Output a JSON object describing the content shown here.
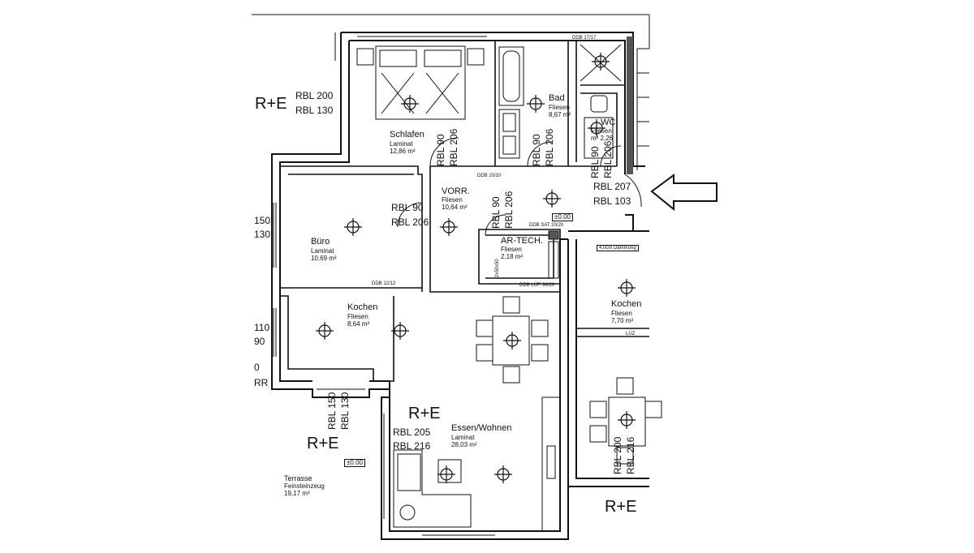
{
  "labels": {
    "re_top": "R+E",
    "re_center": "R+E",
    "re_left": "R+E",
    "re_right": "R+E",
    "rbl_200": "RBL 200",
    "rbl_130": "RBL 130",
    "rbl_150_side": "150",
    "rbl_130_side": "130",
    "rbl_110_side": "110",
    "rbl_90_side": "90",
    "zero_side": "0",
    "rr": "RR",
    "level_center": "±0.00",
    "level_terrace": "±0.00"
  },
  "rooms": {
    "schlafen": {
      "name": "Schlafen",
      "floor": "Laminat",
      "area": "12,86 m²"
    },
    "bad": {
      "name": "Bad",
      "floor": "Fliesen",
      "area": "8,67 m²"
    },
    "wc": {
      "name": "WC",
      "floor": "Fliesen",
      "area": "m² 2,26"
    },
    "vorr": {
      "name": "VORR.",
      "floor": "Fliesen",
      "area": "10,64 m²"
    },
    "buero": {
      "name": "Büro",
      "floor": "Laminat",
      "area": "10,69 m²"
    },
    "abstell": {
      "name": "AR-TECH.",
      "floor": "Fliesen",
      "area": "2,18 m²"
    },
    "kochen": {
      "name": "Kochen",
      "floor": "Fliesen",
      "area": "8,64 m²"
    },
    "essen": {
      "name": "Essen/Wohnen",
      "floor": "Laminat",
      "area": "28,03 m²"
    },
    "terrasse": {
      "name": "Terrasse",
      "floor": "Feinsteinzeug",
      "area": "19,17 m²"
    },
    "kochen_neighbor": {
      "name": "Kochen",
      "floor": "Fliesen",
      "area": "7,70 m²"
    }
  },
  "openings": {
    "schlafen_rbl90": "RBL 90",
    "schlafen_rbl206": "RBL 206",
    "bad_rbl90": "RBL 90",
    "bad_rbl206": "RBL 206",
    "wc_rbl90": "RBL 90",
    "wc_rbl206": "RBL 206",
    "entry_rbl207": "RBL 207",
    "entry_rbl103": "RBL 103",
    "buero_rbl90": "RBL 90",
    "buero_rbl206": "RBL 206",
    "ar_rbl90": "RBL 90",
    "ar_rbl206": "RBL 206",
    "essen_rbl205": "RBL 205",
    "essen_rbl216": "RBL 216",
    "terr_rbl150": "RBL 150",
    "terr_rbl130": "RBL 130",
    "neighbor_rbl200": "RBL 200",
    "neighbor_rbl216": "RBL 216"
  },
  "notes": {
    "ddb_17_17": "DDB 17/17",
    "ddb_20_10": "DDB 20/10",
    "ddb_sat": "DDB SAT 20/20",
    "ddb_12_12": "DDB 12/12",
    "ddb_luf": "DDB LÜF. 98/20",
    "daemmung": "4,0cm Dämmung",
    "luz": "LÜZ",
    "ar_note": "2x50x50"
  },
  "colors": {
    "line": "#111111",
    "wall_fill": "#ffffff",
    "hatch": "#555555"
  }
}
